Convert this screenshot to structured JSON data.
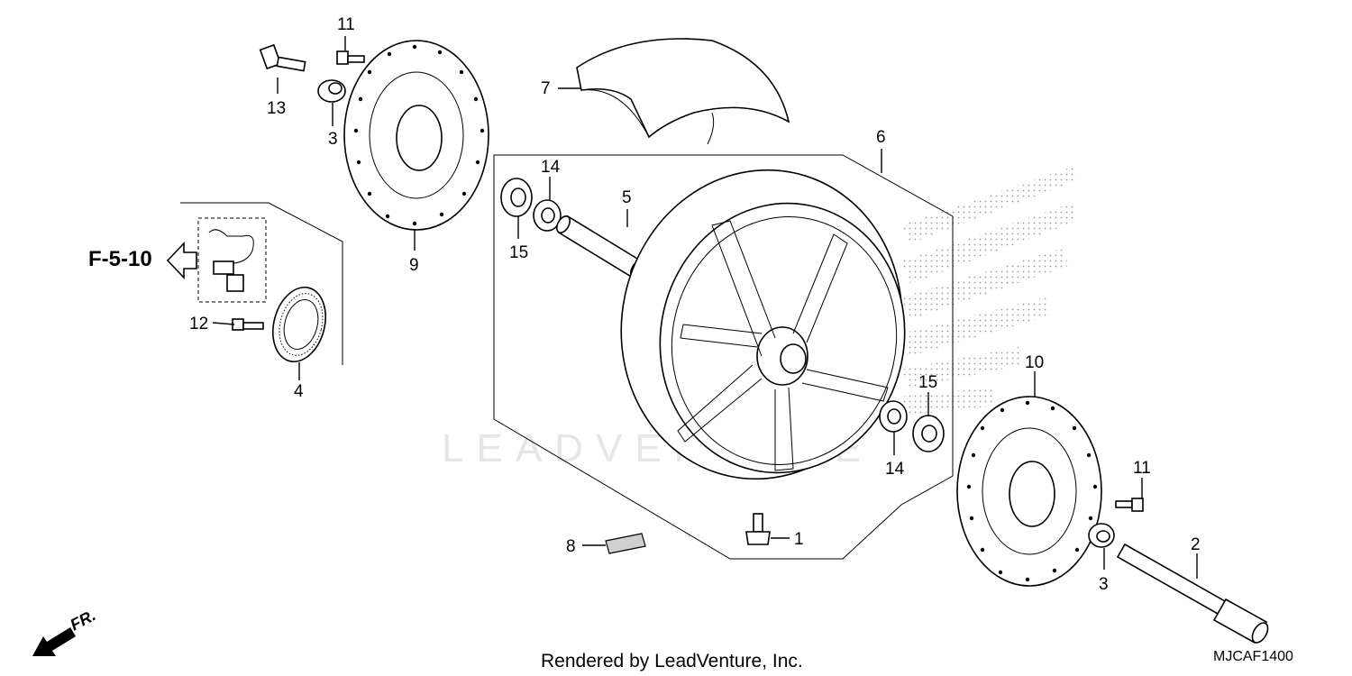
{
  "diagram": {
    "reference": "F-5-10",
    "direction_label": "FR.",
    "watermark": "LEADVENTURE",
    "footer": "Rendered by LeadVenture, Inc.",
    "code": "MJCAF1400",
    "callouts": [
      {
        "id": "c1",
        "text": "1"
      },
      {
        "id": "c2",
        "text": "2"
      },
      {
        "id": "c3a",
        "text": "3"
      },
      {
        "id": "c3b",
        "text": "3"
      },
      {
        "id": "c4",
        "text": "4"
      },
      {
        "id": "c5",
        "text": "5"
      },
      {
        "id": "c6",
        "text": "6"
      },
      {
        "id": "c7",
        "text": "7"
      },
      {
        "id": "c8",
        "text": "8"
      },
      {
        "id": "c9",
        "text": "9"
      },
      {
        "id": "c10",
        "text": "10"
      },
      {
        "id": "c11a",
        "text": "11"
      },
      {
        "id": "c11b",
        "text": "11"
      },
      {
        "id": "c12",
        "text": "12"
      },
      {
        "id": "c13",
        "text": "13"
      },
      {
        "id": "c14a",
        "text": "14"
      },
      {
        "id": "c14b",
        "text": "14"
      },
      {
        "id": "c15a",
        "text": "15"
      },
      {
        "id": "c15b",
        "text": "15"
      }
    ]
  }
}
